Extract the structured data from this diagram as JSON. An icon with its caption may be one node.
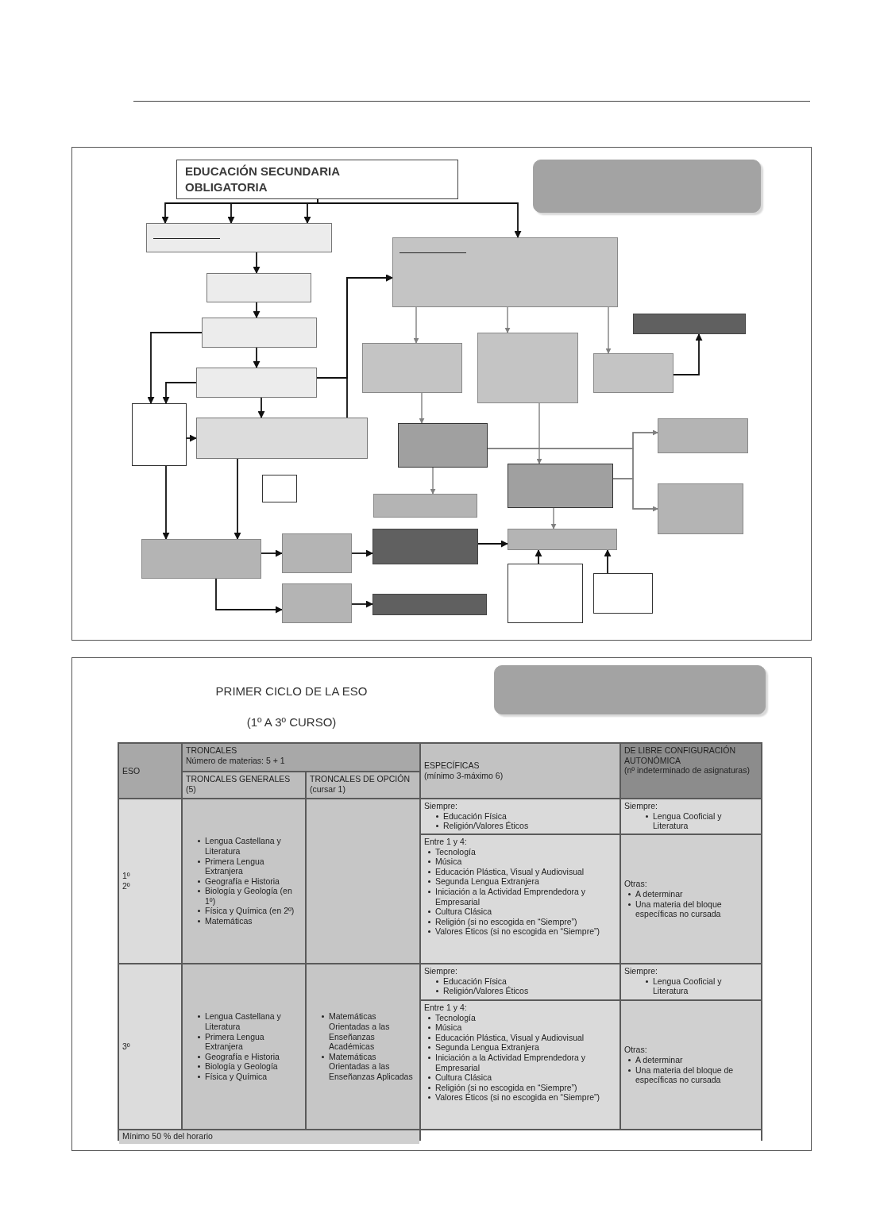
{
  "diagram": {
    "nodes": [
      {
        "text": [
          "EDUCACIÓN SECUNDARIA OBLIGATORIA"
        ]
      },
      {
        "text": [],
        "shape": "box"
      },
      {
        "text": [],
        "shape": "box"
      },
      {
        "text": [],
        "shape": "box"
      },
      {
        "text": [],
        "shape": "box"
      },
      {
        "text": [],
        "shape": "box"
      },
      {
        "text": [],
        "shape": "box"
      },
      {
        "text": [],
        "shape": "box"
      },
      {
        "text": [],
        "shape": "box"
      },
      {
        "text": [],
        "shape": "box"
      },
      {
        "text": [],
        "shape": "box"
      },
      {
        "text": [],
        "shape": "box"
      },
      {
        "text": [],
        "shape": "box"
      },
      {
        "text": [],
        "shape": "box"
      },
      {
        "text": [],
        "shape": "box"
      },
      {
        "text": [],
        "shape": "box"
      },
      {
        "text": [],
        "shape": "box"
      },
      {
        "text": [],
        "shape": "box"
      },
      {
        "text": [],
        "shape": "box"
      },
      {
        "text": [],
        "shape": "box"
      },
      {
        "text": [],
        "shape": "box"
      },
      {
        "text": [],
        "shape": "box"
      },
      {
        "text": [],
        "shape": "box"
      },
      {
        "text": [],
        "shape": "box"
      },
      {
        "text": [],
        "shape": "box"
      },
      {
        "text": [],
        "shape": "box"
      },
      {
        "text": [],
        "shape": "box"
      },
      {
        "text": [],
        "shape": "box"
      }
    ],
    "edges": [
      {
        "from": 0,
        "to": 2,
        "arrow": "to"
      },
      {
        "from": 0,
        "to": 2,
        "arrow": "to"
      },
      {
        "from": 0,
        "to": 2,
        "arrow": "to"
      },
      {
        "from": 0,
        "to": 14,
        "arrow": "to"
      },
      {
        "from": 2,
        "to": 3,
        "arrow": "to"
      },
      {
        "from": 3,
        "to": 4,
        "arrow": "to"
      },
      {
        "from": 4,
        "to": 5,
        "arrow": "to"
      },
      {
        "from": 5,
        "to": 7,
        "arrow": "to"
      },
      {
        "from": 4,
        "to": 6,
        "arrow": "to"
      },
      {
        "from": 5,
        "to": 6,
        "arrow": "to"
      },
      {
        "from": 6,
        "to": 7,
        "arrow": "to"
      },
      {
        "from": 7,
        "to": 14,
        "arrow": "to"
      },
      {
        "from": 5,
        "to": 14,
        "arrow": "to"
      },
      {
        "from": 6,
        "to": 9,
        "arrow": "to"
      },
      {
        "from": 7,
        "to": 9,
        "arrow": "to"
      },
      {
        "from": 9,
        "to": 10,
        "arrow": "to"
      },
      {
        "from": 9,
        "to": 11,
        "arrow": "to"
      },
      {
        "from": 10,
        "to": 12,
        "arrow": "to"
      },
      {
        "from": 11,
        "to": 13,
        "arrow": "to"
      },
      {
        "from": 12,
        "to": 24,
        "arrow": "to"
      },
      {
        "from": 17,
        "to": 18,
        "arrow": "to"
      },
      {
        "from": 25,
        "to": 24,
        "arrow": "to"
      },
      {
        "from": 26,
        "to": 24,
        "arrow": "to"
      },
      {
        "from": 14,
        "to": 15,
        "arrow": "to",
        "color": "#808080"
      },
      {
        "from": 14,
        "to": 16,
        "arrow": "to",
        "color": "#808080"
      },
      {
        "from": 14,
        "to": 17,
        "arrow": "to",
        "color": "#808080"
      },
      {
        "from": 15,
        "to": 19,
        "arrow": "to",
        "color": "#808080"
      },
      {
        "from": 19,
        "to": 20,
        "arrow": "to",
        "color": "#808080"
      },
      {
        "from": 16,
        "to": 21,
        "arrow": "to",
        "color": "#808080"
      },
      {
        "from": 19,
        "to": 22,
        "arrow": "to",
        "color": "#808080"
      },
      {
        "from": 19,
        "to": 23,
        "arrow": "to",
        "color": "#808080"
      },
      {
        "from": 21,
        "to": 22,
        "arrow": "to",
        "color": "#808080"
      },
      {
        "from": 21,
        "to": 23,
        "arrow": "to",
        "color": "#808080"
      },
      {
        "from": 21,
        "to": 24,
        "arrow": "to",
        "color": "#808080"
      }
    ],
    "labels": [
      "PRIMER CICLO DE LA ESO",
      "(1º A 3º CURSO)",
      "ESO",
      "TRONCALES",
      "Número de materias: 5 + 1",
      "ESPECÍFICAS",
      "(mínimo 3-máximo 6)",
      "DE LIBRE CONFIGURACIÓN AUTONÓMICA",
      "(nº indeterminado de asignaturas)",
      "TRONCALES GENERALES (5)",
      "TRONCALES DE OPCIÓN (cursar 1)",
      "1º",
      "2º",
      "Lengua Castellana y Literatura",
      "Primera Lengua Extranjera",
      "Geografía e Historia",
      "Biología y Geología (en 1º)",
      "Física y Química (en 2º)",
      "Matemáticas",
      "Siempre:",
      "Educación Física",
      "Religión/Valores Éticos",
      "Siempre:",
      "Lengua Cooficial y Literatura",
      "Entre 1 y 4:",
      "Tecnología",
      "Música",
      "Educación Plástica, Visual y Audiovisual",
      "Segunda Lengua Extranjera",
      "Iniciación a la Actividad Emprendedora y Empresarial",
      "Cultura Clásica",
      "Religión (si no escogida en “Siempre”)",
      "Valores Éticos (si no escogida en “Siempre”)",
      "Otras:",
      "A determinar",
      "Una materia del bloque específicas no cursada",
      "3º",
      "Lengua Castellana y Literatura",
      "Primera Lengua Extranjera",
      "Geografía e Historia",
      "Biología y Geología",
      "Física y Química",
      "Matemáticas Orientadas a las Enseñanzas Académicas",
      "Matemáticas Orientadas a las Enseñanzas Aplicadas",
      "Siempre:",
      "Educación Física",
      "Religión/Valores Éticos",
      "Siempre:",
      "Lengua Cooficial y Literatura",
      "Entre 1 y 4:",
      "Tecnología",
      "Música",
      "Educación Plástica, Visual y Audiovisual",
      "Segunda Lengua Extranjera",
      "Iniciación a la Actividad Emprendedora y Empresarial",
      "Cultura Clásica",
      "Religión (si no escogida en “Siempre”)",
      "Valores Éticos (si no escogida en “Siempre”)",
      "Otras:",
      "A determinar",
      "Una materia del bloque de específicas no cursada",
      "Mínimo 50 % del horario"
    ]
  }
}
